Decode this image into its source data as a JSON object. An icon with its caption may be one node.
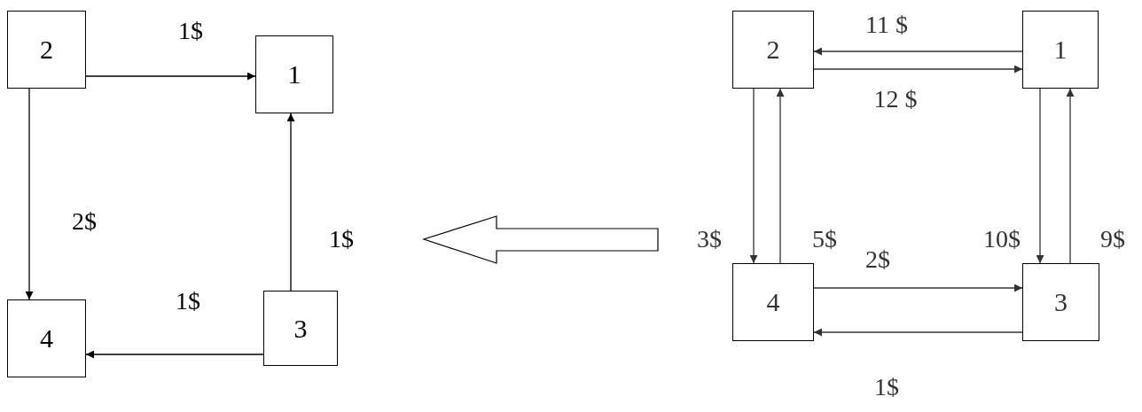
{
  "diagram": {
    "nodes": [
      {
        "text": [
          "2"
        ]
      },
      {
        "text": [
          "1"
        ]
      },
      {
        "text": [
          "4"
        ]
      },
      {
        "text": [
          "3"
        ]
      },
      {
        "text": [
          "2"
        ]
      },
      {
        "text": [
          "1"
        ]
      },
      {
        "text": [
          "4"
        ]
      },
      {
        "text": [
          "3"
        ]
      }
    ],
    "edges": [
      {
        "from": 0,
        "to": 1,
        "arrow": "to",
        "label": "1$"
      },
      {
        "from": 0,
        "to": 2,
        "arrow": "to",
        "label": "2$"
      },
      {
        "from": 3,
        "to": 1,
        "arrow": "to",
        "label": "1$"
      },
      {
        "from": 3,
        "to": 2,
        "arrow": "to",
        "label": "1$"
      },
      {
        "from": 5,
        "to": 4,
        "arrow": "to",
        "label": "11 $"
      },
      {
        "from": 4,
        "to": 5,
        "arrow": "to",
        "label": "12 $"
      },
      {
        "from": 4,
        "to": 6,
        "arrow": "to",
        "label": "3$"
      },
      {
        "from": 6,
        "to": 4,
        "arrow": "to",
        "label": "5$"
      },
      {
        "from": 5,
        "to": 7,
        "arrow": "to",
        "label": "10$"
      },
      {
        "from": 7,
        "to": 5,
        "arrow": "to",
        "label": "9$"
      },
      {
        "from": 6,
        "to": 7,
        "arrow": "to",
        "label": "2$"
      },
      {
        "from": 7,
        "to": 6,
        "arrow": "to",
        "label": "1$"
      }
    ]
  }
}
